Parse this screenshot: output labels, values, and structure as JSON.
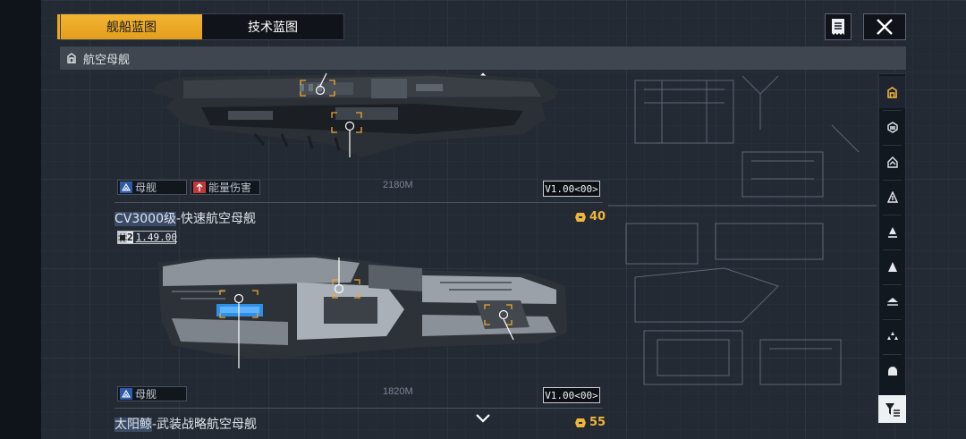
{
  "tabs": [
    {
      "label": "舰船蓝图",
      "active": true
    },
    {
      "label": "技术蓝图",
      "active": false
    }
  ],
  "header": {
    "notes_icon": "document-icon",
    "close_icon": "close-icon"
  },
  "category": {
    "icon": "carrier-class-icon",
    "label": "航空母舰"
  },
  "ships": [
    {
      "name_model": "CV3000级",
      "name_rest": "-快速航空母舰",
      "tags": [
        {
          "icon": "carrier-icon",
          "label": "母舰"
        },
        {
          "icon": "energy-damage-icon",
          "label": "能量伤害",
          "color": "#d23a3a"
        }
      ],
      "version": "V1.00<00>",
      "length": "2180M",
      "cost": "40",
      "tier_level": "2",
      "tier_value": "1.49.00"
    },
    {
      "name_model": "太阳鲸",
      "name_rest": "-武装战略航空母舰",
      "tags": [
        {
          "icon": "carrier-icon",
          "label": "母舰"
        }
      ],
      "version": "V1.00<00>",
      "length": "1820M",
      "cost": "55"
    }
  ],
  "sidebar": [
    {
      "icon": "carrier-class-icon",
      "active": true
    },
    {
      "icon": "battlecruiser-class-icon"
    },
    {
      "icon": "cruiser-class-icon"
    },
    {
      "icon": "destroyer-class-icon"
    },
    {
      "icon": "frigate-class-icon"
    },
    {
      "icon": "corvette-class-icon"
    },
    {
      "icon": "aircraft-class-icon"
    },
    {
      "icon": "squadron-class-icon"
    },
    {
      "icon": "module-class-icon"
    },
    {
      "icon": "filter-icon"
    }
  ],
  "colors": {
    "accent": "#f2b531",
    "background": "#232a34",
    "highlight": "#3b4a66"
  }
}
